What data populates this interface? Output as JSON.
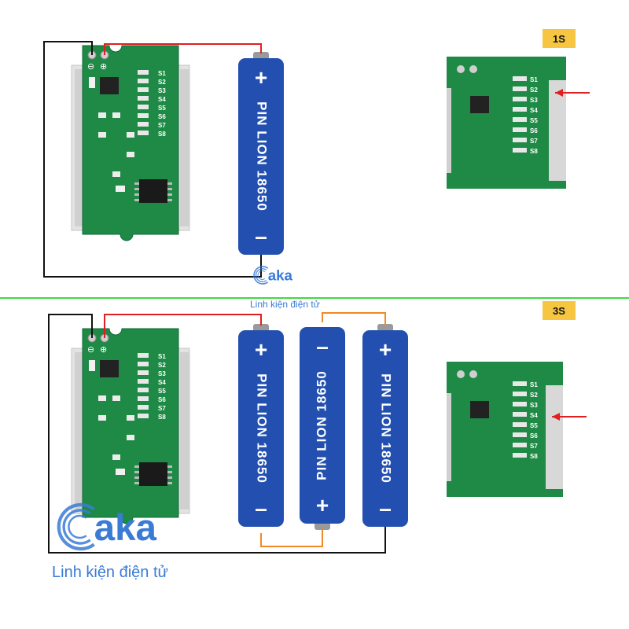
{
  "labels": {
    "badge_top": "1S",
    "badge_bottom": "3S",
    "battery_text": "PIN LION 18650",
    "plus": "+",
    "minus": "–",
    "gnd_symbol": "⊖",
    "pos_symbol": "⊕",
    "pcb_pins": [
      "S1",
      "S2",
      "S3",
      "S4",
      "S5",
      "S6",
      "S7",
      "S8"
    ]
  },
  "brand": {
    "logo_text": "aka",
    "tagline": "Linh kiện điện tử"
  },
  "colors": {
    "pcb": "#1e8a45",
    "battery": "#2350b0",
    "wire_positive": "#e02020",
    "wire_negative": "#111111",
    "wire_series": "#f08a24",
    "arrow": "#e02020",
    "divider": "#3fd93f",
    "badge": "#f6c643",
    "brand": "#3a7bd5"
  }
}
